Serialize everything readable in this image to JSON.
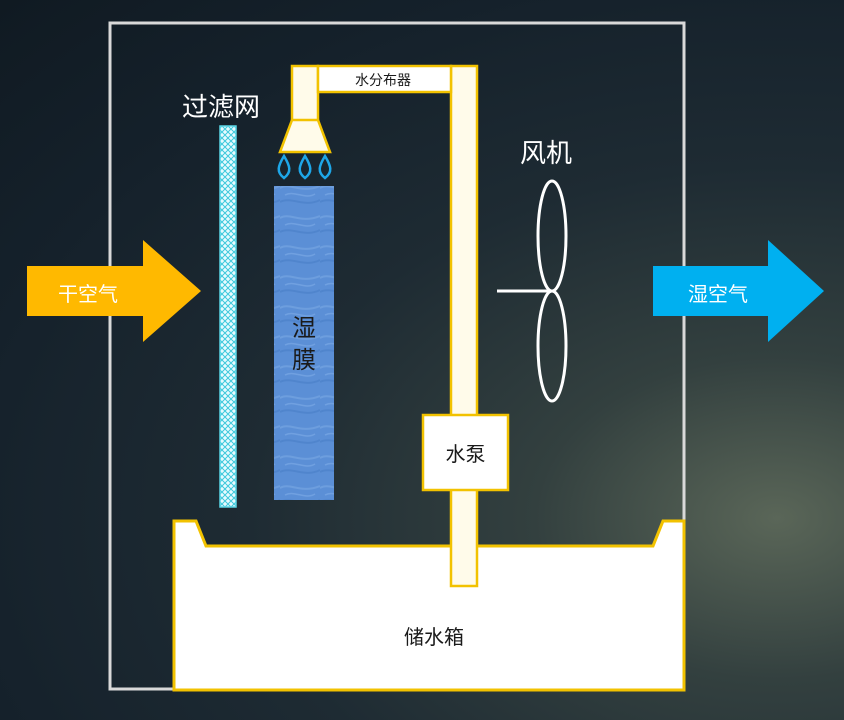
{
  "labels": {
    "filter": "过滤网",
    "water_distributor": "水分布器",
    "fan": "风机",
    "dry_air": "干空气",
    "humid_air": "湿空气",
    "wet_membrane": "湿膜",
    "pump": "水泵",
    "tank": "储水箱"
  },
  "colors": {
    "housing_outline": "#d9d9d9",
    "pipe_fill": "#fffbea",
    "pipe_outline": "#f2c200",
    "dry_air_arrow": "#ffb900",
    "humid_air_arrow": "#00b0f0",
    "wet_membrane": "#5b8fd6",
    "water_drops": "#1ea7e9",
    "filter_mesh": "#5ad6e6",
    "fan_blades": "#ffffff",
    "tank_fill": "#ffffff",
    "tank_outline": "#f2c200"
  },
  "icons": {
    "dry_air_arrow": "arrow-right-icon",
    "humid_air_arrow": "arrow-right-icon",
    "fan": "fan-icon",
    "drops": "water-drop-icon"
  }
}
